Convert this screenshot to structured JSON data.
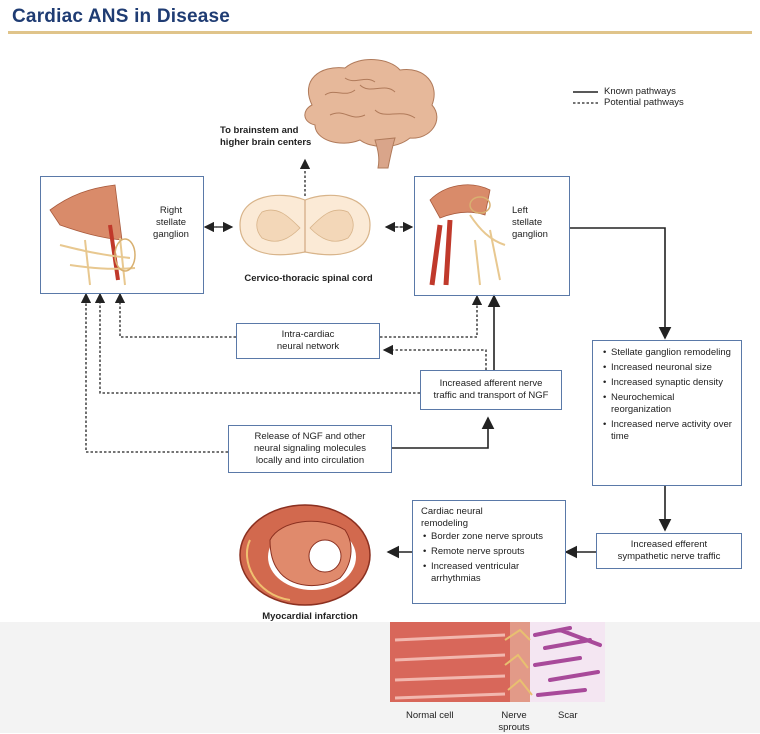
{
  "title": "Cardiac ANS in Disease",
  "legend": {
    "known": "Known pathways",
    "potential": "Potential pathways"
  },
  "labels": {
    "brain_line1": "To brainstem and",
    "brain_line2": "higher brain centers",
    "right_line1": "Right",
    "right_line2": "stellate",
    "right_line3": "ganglion",
    "left_line1": "Left",
    "left_line2": "stellate",
    "left_line3": "ganglion",
    "spinal": "Cervico-thoracic spinal cord",
    "mi": "Myocardial infarction",
    "normal_cell": "Normal cell",
    "nerve_line1": "Nerve",
    "nerve_line2": "sprouts",
    "scar": "Scar"
  },
  "boxes": {
    "intracardiac_line1": "Intra-cardiac",
    "intracardiac_line2": "neural network",
    "afferent_line1": "Increased afferent nerve",
    "afferent_line2": "traffic and transport of NGF",
    "ngf_line1": "Release of NGF and other",
    "ngf_line2": "neural signaling molecules",
    "ngf_line3": "locally and into circulation",
    "efferent_line1": "Increased efferent",
    "efferent_line2": "sympathetic nerve traffic"
  },
  "stellate_items": [
    "Stellate ganglion remodeling",
    "Increased neuronal size",
    "Increased synaptic density",
    "Neurochemical reorganization",
    "Increased nerve activity over time"
  ],
  "cardiac_remodeling": {
    "heading_line1": "Cardiac neural",
    "heading_line2": "remodeling",
    "items": [
      "Border zone nerve sprouts",
      "Remote nerve sprouts",
      "Increased ventricular arrhythmias"
    ]
  },
  "colors": {
    "title": "#1f3c73",
    "rule": "#e0c48a",
    "box_border": "#5a79a8"
  }
}
